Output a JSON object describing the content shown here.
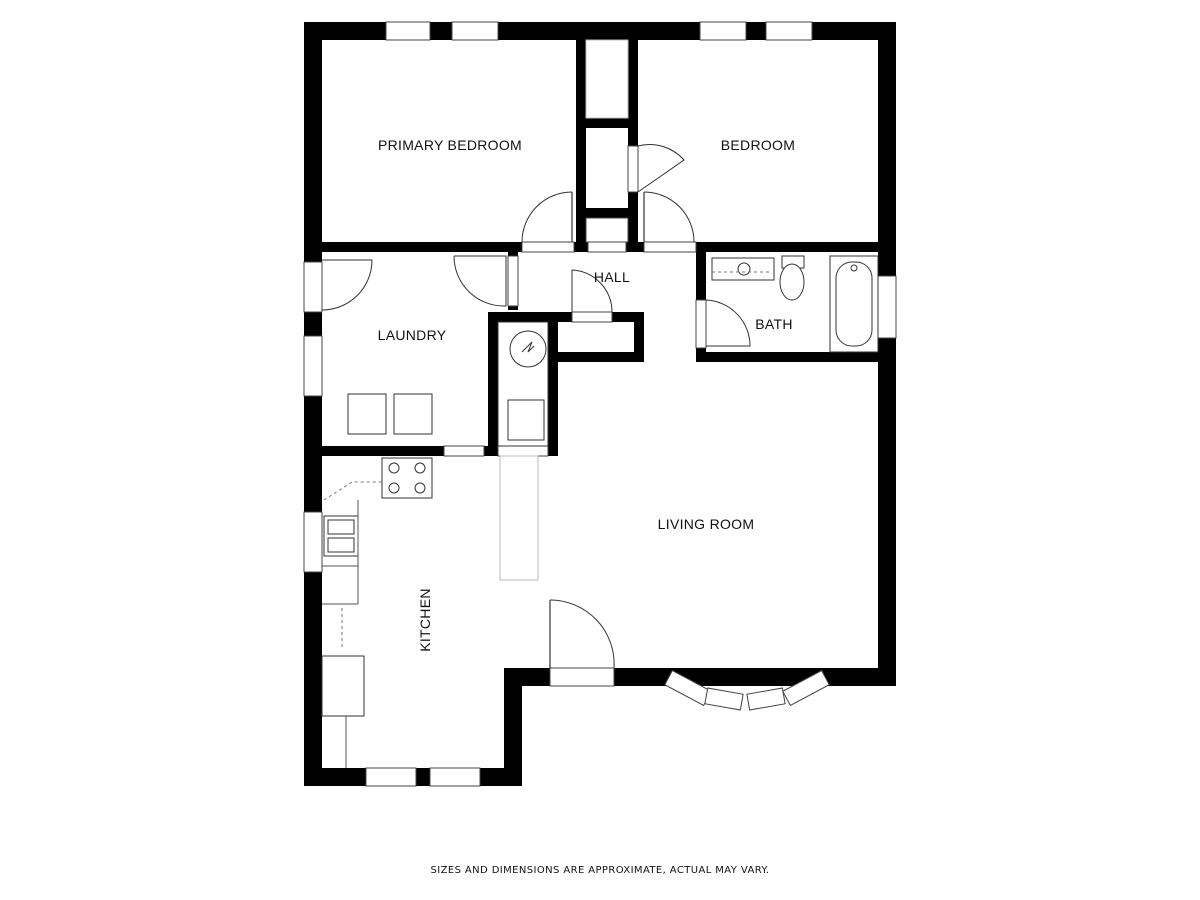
{
  "rooms": {
    "primary_bedroom": "PRIMARY BEDROOM",
    "bedroom": "BEDROOM",
    "hall": "HALL",
    "laundry": "LAUNDRY",
    "bath": "BATH",
    "living_room": "LIVING ROOM",
    "kitchen": "KITCHEN"
  },
  "disclaimer": "SIZES AND DIMENSIONS ARE APPROXIMATE, ACTUAL MAY VARY."
}
